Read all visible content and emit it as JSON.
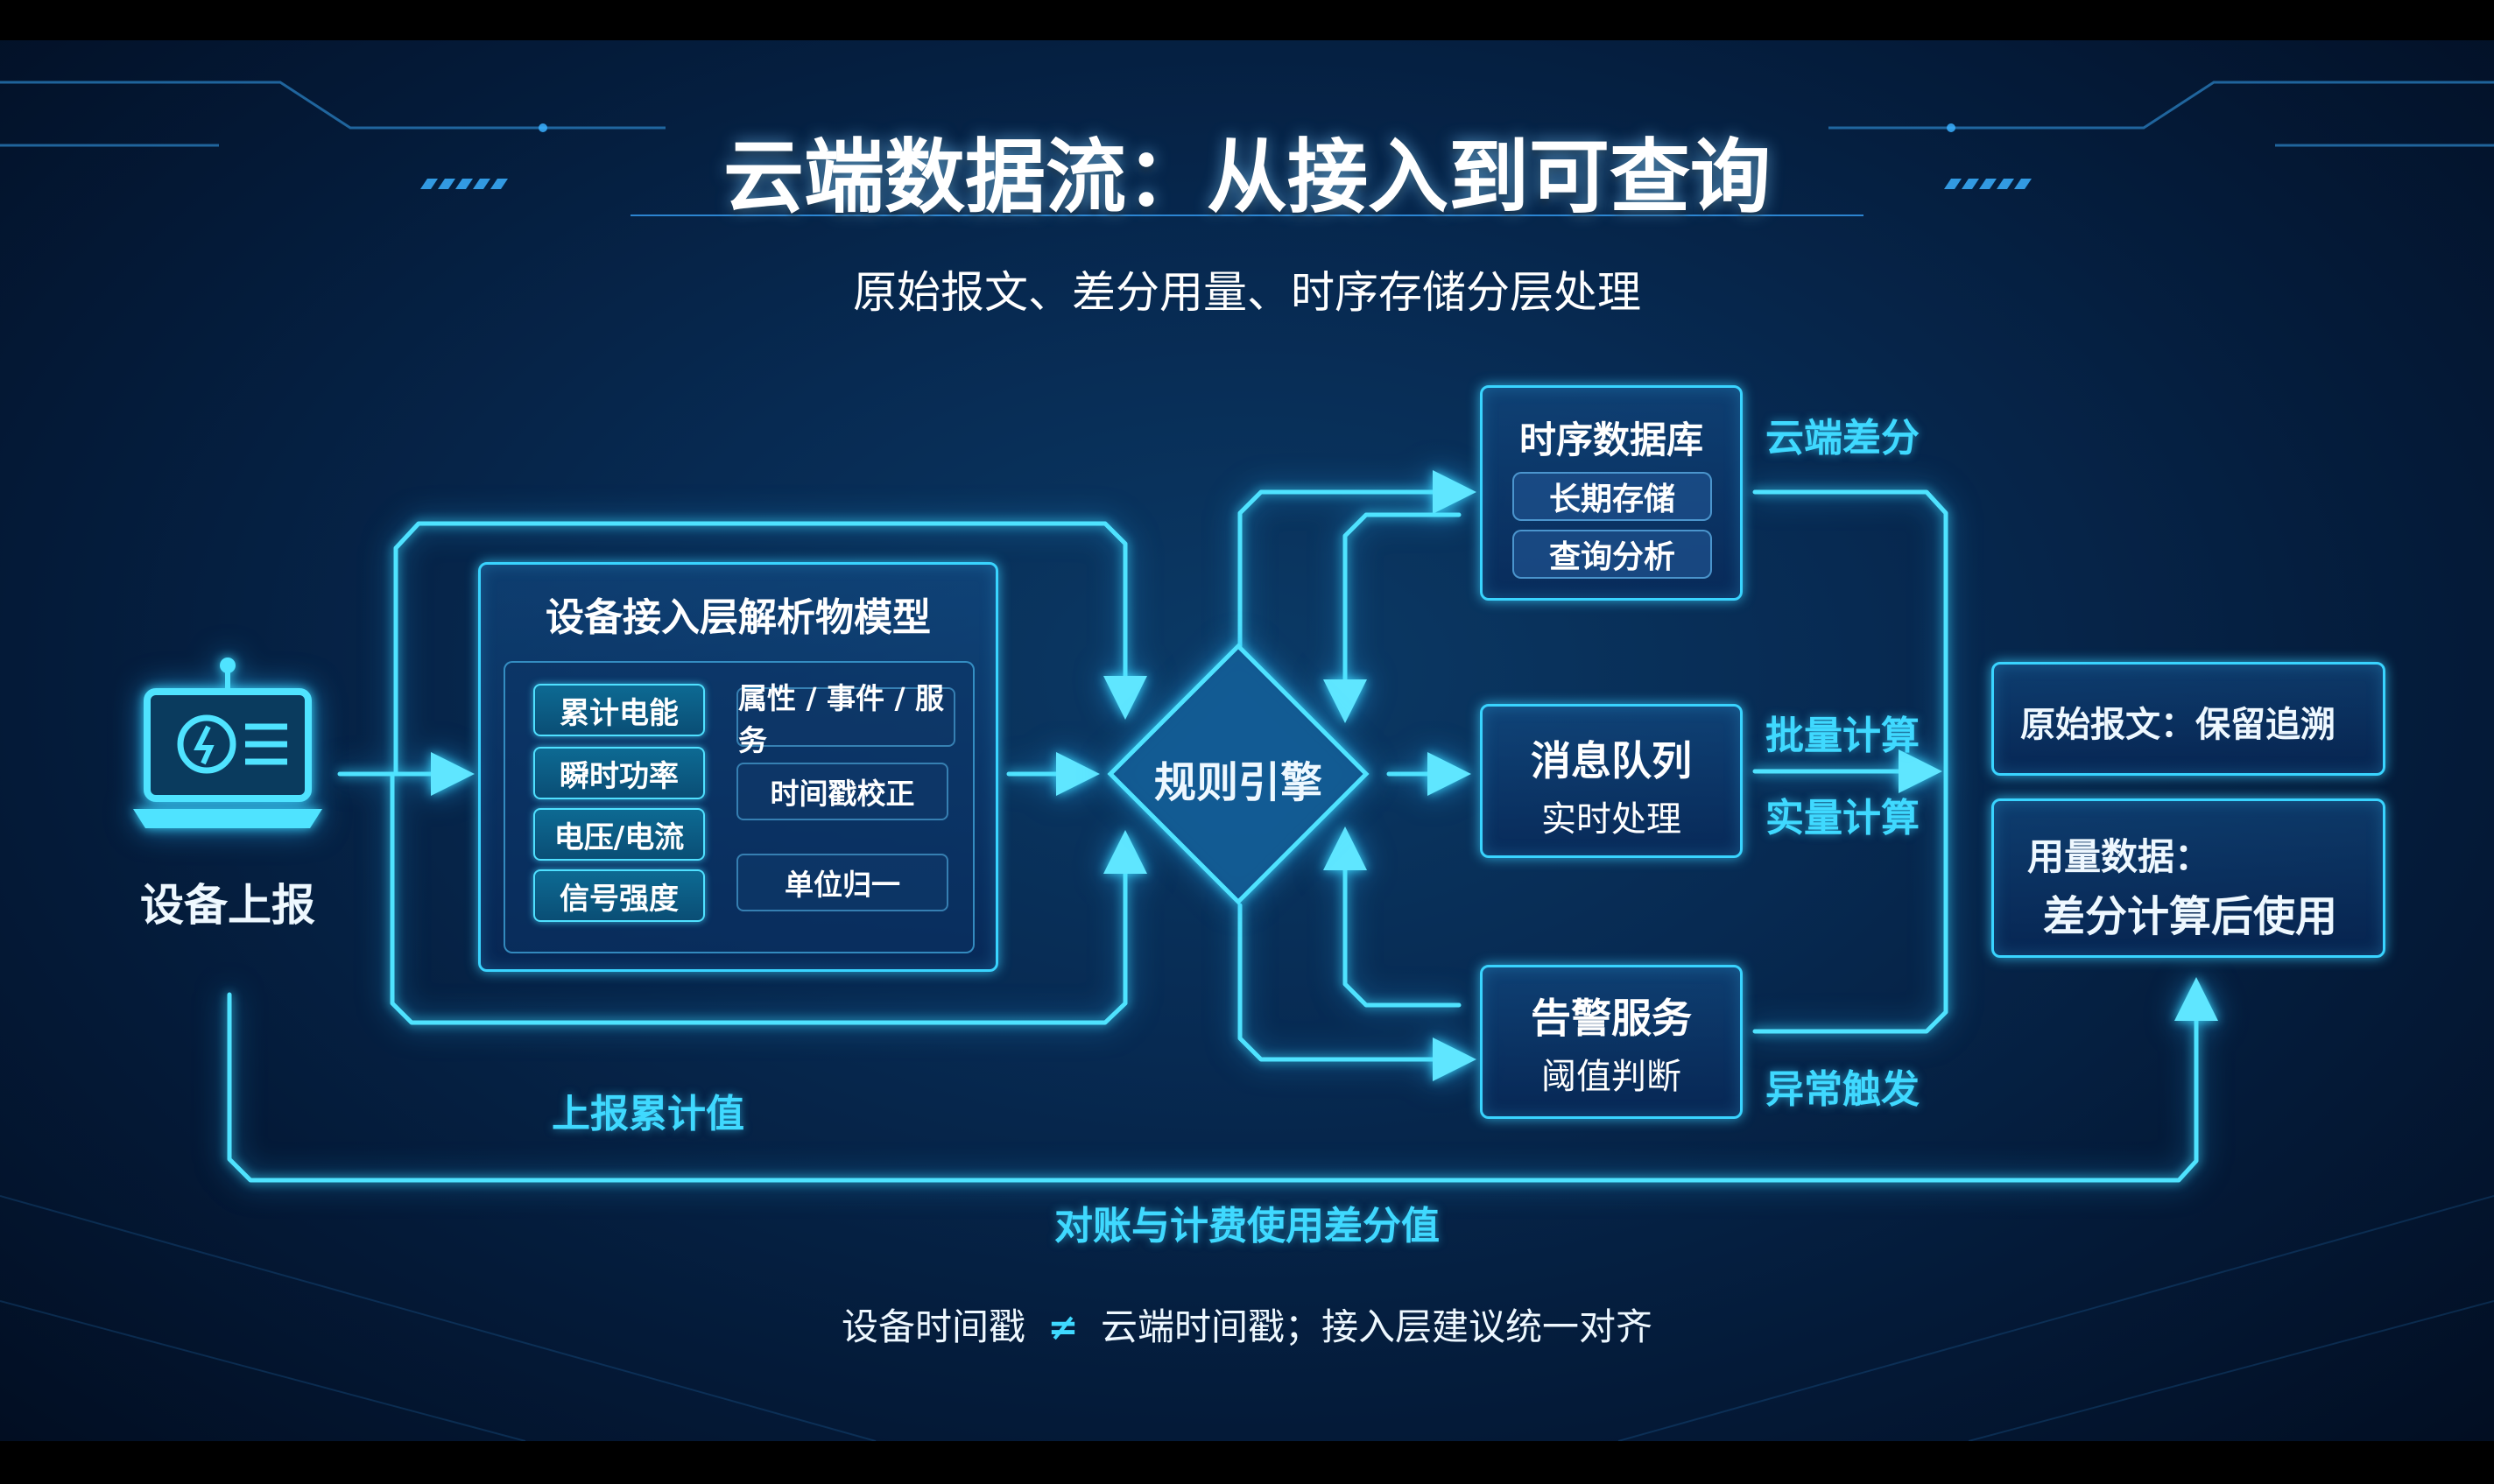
{
  "title": "云端数据流：从接入到可查询",
  "subtitle": "原始报文、差分用量、时序存储分层处理",
  "device": {
    "label": "设备上报"
  },
  "access_layer": {
    "title": "设备接入层解析物模型",
    "metrics": [
      "累计电能",
      "瞬时功率",
      "电压/电流",
      "信号强度"
    ],
    "functions": [
      "属性 / 事件 / 服务",
      "时间戳校正",
      "单位归一"
    ]
  },
  "rule_engine": {
    "label": "规则引擎"
  },
  "tsdb": {
    "title": "时序数据库",
    "items": [
      "长期存储",
      "查询分析"
    ]
  },
  "mq": {
    "title": "消息队列",
    "subtitle": "实时处理"
  },
  "alert": {
    "title": "告警服务",
    "subtitle": "阈值判断"
  },
  "labels": {
    "cloud_diff": "云端差分",
    "batch_calc": "批量计算",
    "realtime_calc": "实量计算",
    "anomaly": "异常触发",
    "report_cumulative": "上报累计值",
    "billing": "对账与计费使用差分值"
  },
  "outputs": {
    "raw": "原始报文：保留追溯",
    "usage_line1": "用量数据：",
    "usage_line2": "差分计算后使用"
  },
  "footer": {
    "left": "设备时间戳",
    "symbol": "≠",
    "right": "云端时间戳；接入层建议统一对齐"
  },
  "colors": {
    "accent": "#39d4ff",
    "background": "#072a52"
  }
}
